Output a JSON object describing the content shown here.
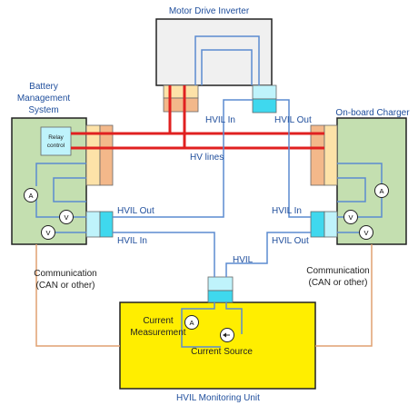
{
  "colors": {
    "hv_line": "#e02020",
    "hvil_loop": "#5b8bd0",
    "comm_line": "#e0a070",
    "module_fill": "#c4dfb0",
    "inverter_fill": "#f0f0f0",
    "monitor_fill": "#ffee00",
    "connector_cyan": "#3fd8ee",
    "connector_orange": "#f3b88a",
    "connector_cream": "#fde2a8",
    "label_blue": "#1f4e9c"
  },
  "components": {
    "inverter": "Motor Drive Inverter",
    "bms_line1": "Battery",
    "bms_line2": "Management",
    "bms_line3": "System",
    "charger": "On-board Charger",
    "monitor": "HVIL Monitoring Unit",
    "relay_line1": "Relay",
    "relay_line2": "control"
  },
  "labels": {
    "hvil_in_top": "HVIL In",
    "hvil_out_top": "HVIL Out",
    "hv_lines": "HV lines",
    "hvil_out_left": "HVIL Out",
    "hvil_in_left": "HVIL In",
    "hvil_in_right": "HVIL In",
    "hvil_out_right": "HVIL Out",
    "hvil_center": "HVIL",
    "comm_left_1": "Communication",
    "comm_left_2": "(CAN or other)",
    "comm_right_1": "Communication",
    "comm_right_2": "(CAN or other)",
    "current_measurement_1": "Current",
    "current_measurement_2": "Measurement",
    "current_source": "Current Source"
  },
  "meters": {
    "ammeter": "A",
    "voltmeter": "V"
  }
}
